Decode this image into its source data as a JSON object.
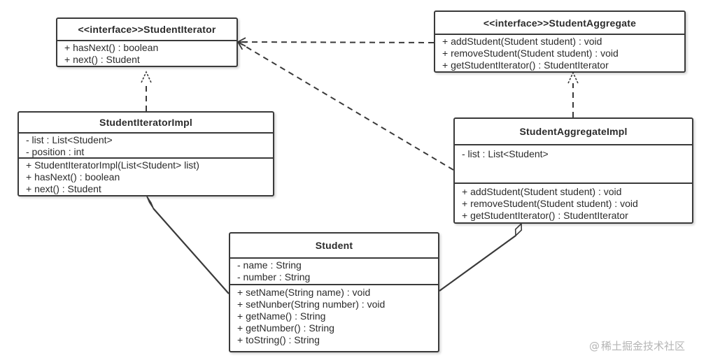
{
  "classes": {
    "student_iterator": {
      "title": "<<interface>>StudentIterator",
      "attributes": [],
      "methods": [
        "+ hasNext()   : boolean",
        "+ next() : Student"
      ]
    },
    "student_aggregate": {
      "title": "<<interface>>StudentAggregate",
      "attributes": [],
      "methods": [
        "+ addStudent(Student student) : void",
        "+ removeStudent(Student student) : void",
        "+ getStudentIterator() : StudentIterator"
      ]
    },
    "student_iterator_impl": {
      "title": "StudentIteratorImpl",
      "attributes": [
        "- list : List<Student>",
        "- position : int"
      ],
      "methods": [
        "+ StudentIteratorImpl(List<Student> list)",
        "+ hasNext()   : boolean",
        "+ next() : Student"
      ]
    },
    "student_aggregate_impl": {
      "title": "StudentAggregateImpl",
      "attributes": [
        "- list : List<Student>"
      ],
      "methods": [
        "+ addStudent(Student student) : void",
        "+ removeStudent(Student student) : void",
        "+ getStudentIterator() : StudentIterator"
      ]
    },
    "student": {
      "title": "Student",
      "attributes": [
        "- name : String",
        "- number : String"
      ],
      "methods": [
        "+ setName(String name) : void",
        "+ setNunber(String number) : void",
        "+ getName() : String",
        "+ getNumber() : String",
        "+ toString() : String"
      ]
    }
  },
  "relations": [
    {
      "type": "realization",
      "from": "student_iterator_impl",
      "to": "student_iterator"
    },
    {
      "type": "realization",
      "from": "student_aggregate_impl",
      "to": "student_aggregate"
    },
    {
      "type": "dependency",
      "from": "student_aggregate",
      "to": "student_iterator"
    },
    {
      "type": "dependency",
      "from": "student_aggregate_impl",
      "to": "student_iterator"
    },
    {
      "type": "aggregation",
      "from": "student",
      "to": "student_iterator_impl"
    },
    {
      "type": "aggregation",
      "from": "student",
      "to": "student_aggregate_impl"
    }
  ],
  "watermark": {
    "at_symbol": "@",
    "text": "稀土掘金技术社区"
  }
}
